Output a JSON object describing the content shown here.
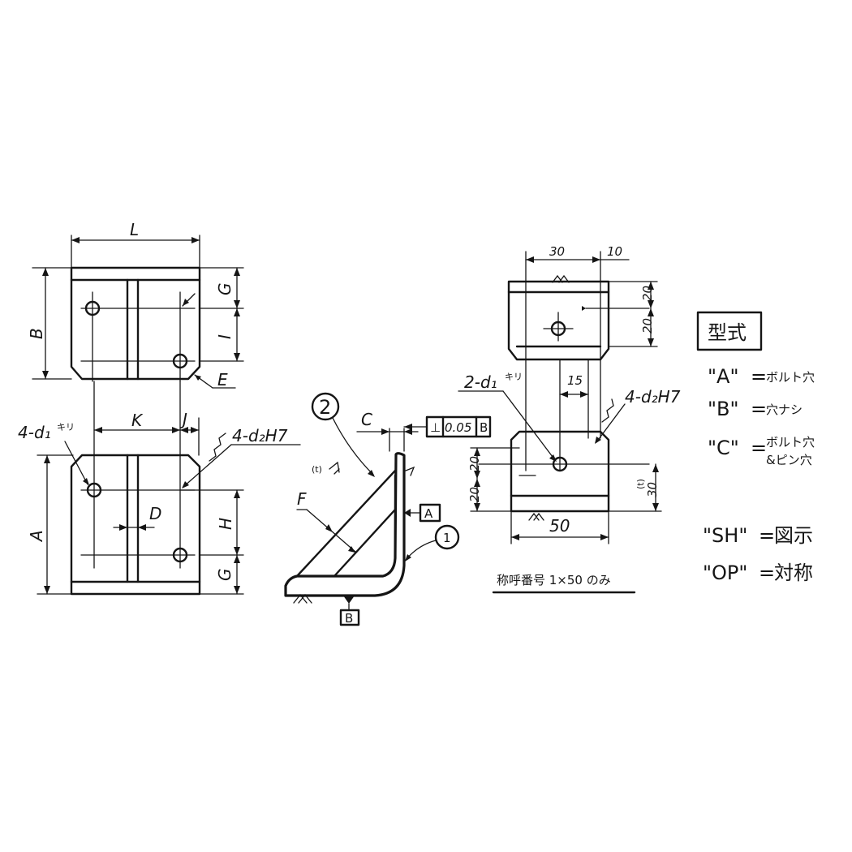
{
  "dims": {
    "L": "L",
    "B": "B",
    "G": "G",
    "I": "I",
    "E": "E",
    "K": "K",
    "J": "J",
    "A": "A",
    "H": "H",
    "D": "D",
    "C": "C",
    "F": "F",
    "G2": "G"
  },
  "callouts": {
    "d1_4": "4-d₁",
    "d1_4_sfx": "キリ",
    "d2_4": "4-d₂H7",
    "d1_2": "2-d₁",
    "d1_2_sfx": "キリ",
    "d2_4_right": "4-d₂H7",
    "weld_mark": "(t)",
    "sym_note": "(t)"
  },
  "balloons": {
    "part1": "1",
    "part2": "2"
  },
  "gdt": {
    "symbol": "⊥",
    "tolerance": "0.05",
    "datum": "B"
  },
  "datums": {
    "A": "A",
    "B": "B"
  },
  "right_view_dims": {
    "w30": "30",
    "w10": "10",
    "h20a": "20",
    "h20b": "20",
    "w15": "15",
    "h20c": "20",
    "h20d": "20",
    "h30": "30",
    "w50": "50"
  },
  "caption": "称呼番号 1×50 のみ",
  "legend": {
    "title": "型式",
    "items": [
      {
        "key": "\"A\"",
        "eq": "=",
        "desc": "ボルト穴"
      },
      {
        "key": "\"B\"",
        "eq": "=",
        "desc": "穴ナシ"
      },
      {
        "key": "\"C\"",
        "eq": "=",
        "desc1": "ボルト穴",
        "desc2": "&ピン穴"
      },
      {
        "key": "\"SH\"",
        "eq": "=",
        "desc": "図示"
      },
      {
        "key": "\"OP\"",
        "eq": "=",
        "desc": "対称"
      }
    ]
  }
}
